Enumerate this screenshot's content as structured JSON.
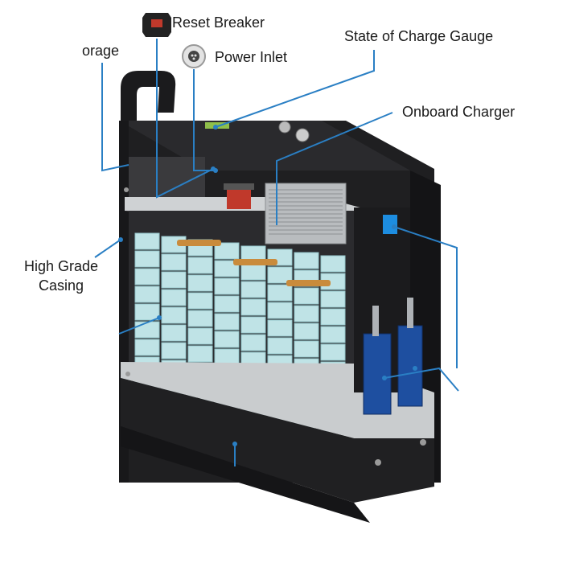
{
  "labels": {
    "reset_breaker": "Reset Breaker",
    "power_inlet": "Power Inlet",
    "state_of_charge_gauge": "State of Charge Gauge",
    "storage_partial": "orage",
    "onboard_charger": "Onboard Charger",
    "high_grade_casing_line1": "High Grade",
    "high_grade_casing_line2": "Casing"
  },
  "colors": {
    "leader_line": "#2a7fc4",
    "casing": "#1f1f21",
    "casing_edge": "#0f0f10",
    "shelf": "#cfd2d4",
    "cell": "#bfe3e6",
    "cell_edge": "#93c4c9",
    "busbar": "#c98b3c",
    "terminal_blue": "#1e4fa0",
    "charger": "#b9bcbf"
  },
  "icons": {
    "reset_breaker": "breaker-icon",
    "power_inlet": "power-inlet-icon"
  },
  "diagram": {
    "cell_columns": 8,
    "cell_layers": 10
  }
}
